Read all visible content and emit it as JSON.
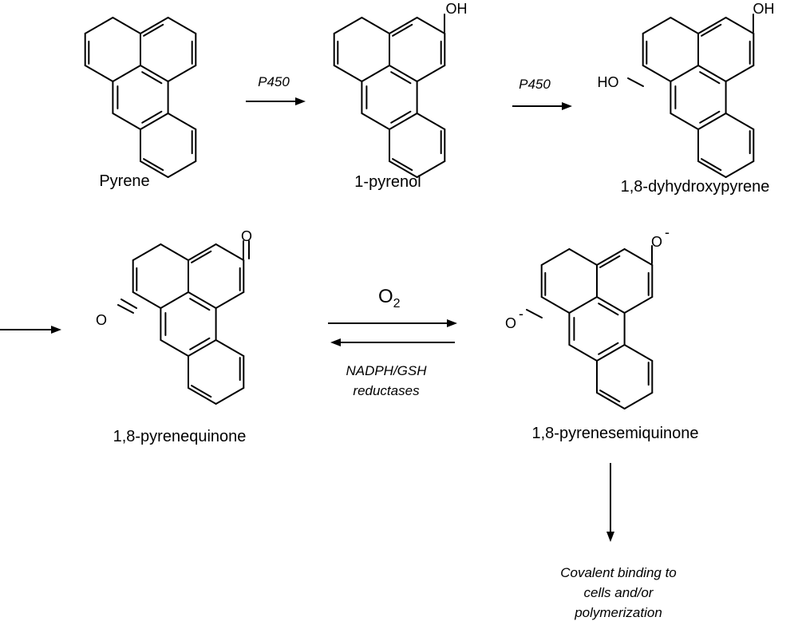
{
  "steps": {
    "p450_1": "P450",
    "p450_2": "P450",
    "o2_main": "O",
    "o2_sub": "2",
    "reductases_line1": "NADPH/GSH",
    "reductases_line2": "reductases",
    "outcome_line1": "Covalent binding to",
    "outcome_line2": "cells and/or",
    "outcome_line3": "polymerization"
  },
  "compounds": {
    "pyrene": "Pyrene",
    "pyrenol": "1-pyrenol",
    "dihydroxypyrene": "1,8-dyhydroxypyrene",
    "quinone": "1,8-pyrenequinone",
    "semiquinone": "1,8-pyrenesemiquinone"
  },
  "atoms": {
    "oh": "OH",
    "ho": "HO",
    "o": "O",
    "o_anion": "O",
    "minus": "-"
  }
}
